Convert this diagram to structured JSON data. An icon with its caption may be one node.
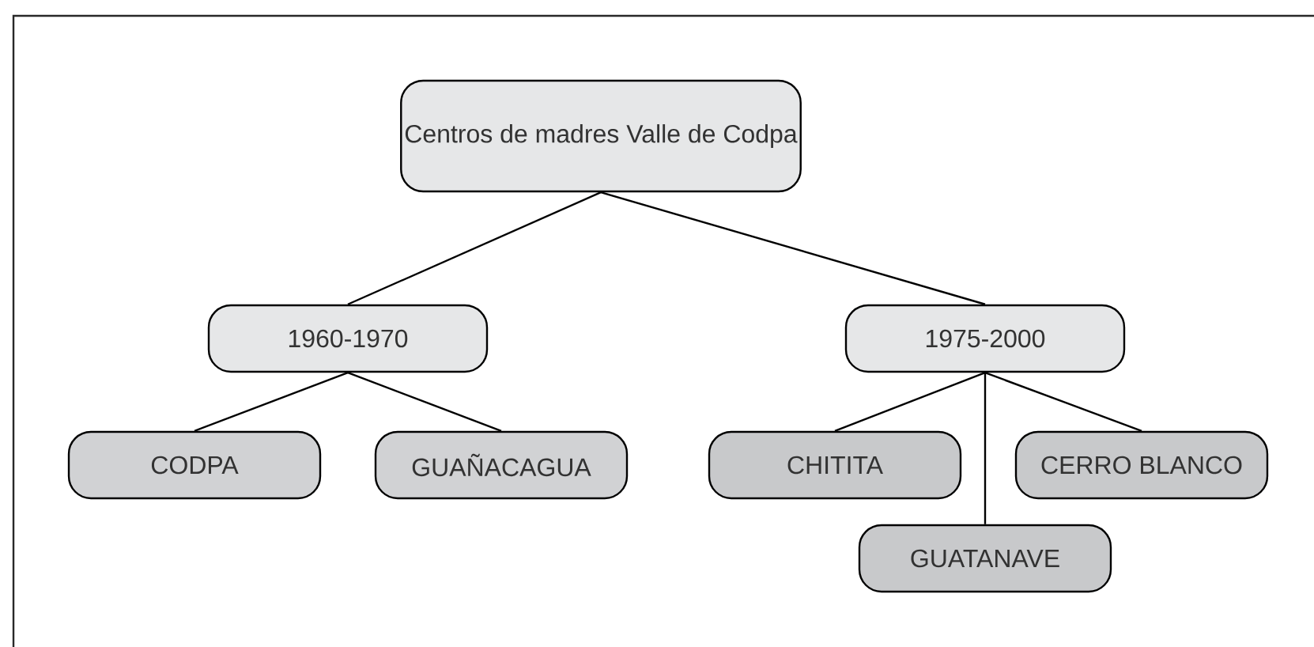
{
  "diagram": {
    "nodes": [
      {
        "text": [
          "Centros de madres Valle de Codpa"
        ]
      },
      {
        "text": [
          "1960-1970"
        ]
      },
      {
        "text": [
          "1975-2000"
        ]
      },
      {
        "text": [
          "CODPA"
        ]
      },
      {
        "text": [
          "GUAÑACAGUA"
        ]
      },
      {
        "text": [
          "CHITITA"
        ]
      },
      {
        "text": [
          "CERRO BLANCO"
        ]
      },
      {
        "text": [
          "GUATANAVE"
        ]
      }
    ],
    "edges": [
      {
        "from": 0,
        "to": 1,
        "arrow": "none"
      },
      {
        "from": 0,
        "to": 2,
        "arrow": "none"
      },
      {
        "from": 1,
        "to": 3,
        "arrow": "none"
      },
      {
        "from": 1,
        "to": 4,
        "arrow": "none"
      },
      {
        "from": 2,
        "to": 5,
        "arrow": "none"
      },
      {
        "from": 2,
        "to": 7,
        "arrow": "none"
      },
      {
        "from": 2,
        "to": 6,
        "arrow": "none"
      }
    ]
  }
}
